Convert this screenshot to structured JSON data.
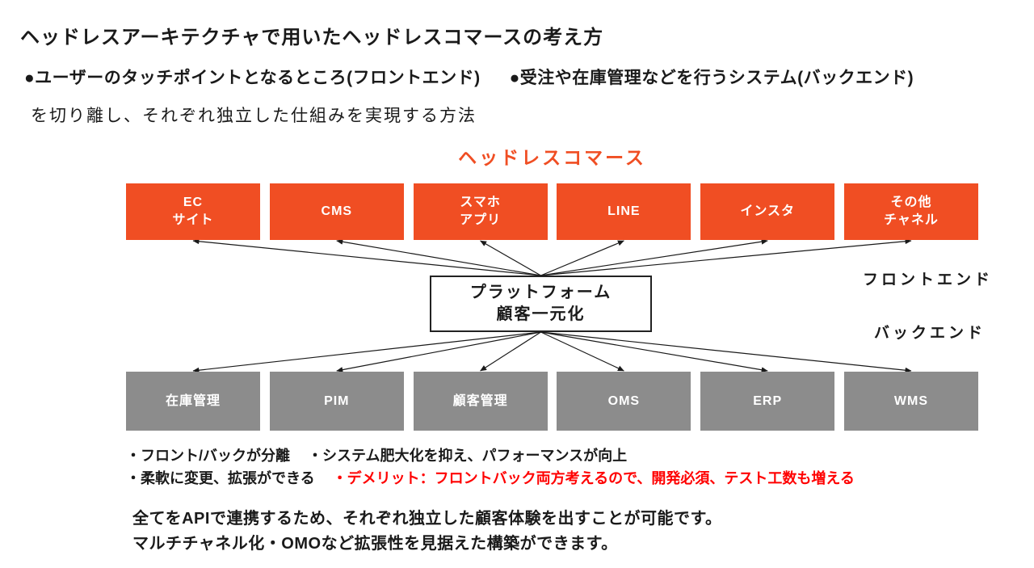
{
  "title": "ヘッドレスアーキテクチャで用いたヘッドレスコマースの考え方",
  "intro": {
    "bullet_frontend": "●ユーザーのタッチポイントとなるところ(フロントエンド)",
    "bullet_backend": "●受注や在庫管理などを行うシステム(バックエンド)",
    "subline": "を切り離し、それぞれ独立した仕組みを実現する方法"
  },
  "diagram": {
    "heading": "ヘッドレスコマース",
    "frontend_label": "フロントエンド",
    "backend_label": "バックエンド",
    "platform": {
      "line1": "プラットフォーム",
      "line2": "顧客一元化"
    },
    "frontend_channels": [
      "EC\nサイト",
      "CMS",
      "スマホ\nアプリ",
      "LINE",
      "インスタ",
      "その他\nチャネル"
    ],
    "backend_systems": [
      "在庫管理",
      "PIM",
      "顧客管理",
      "OMS",
      "ERP",
      "WMS"
    ],
    "colors": {
      "channel_box": "#F04E23",
      "system_box": "#8C8C8C",
      "heading": "#F04E23",
      "demerit_text": "#FF0000",
      "arrow": "#1a1a1a"
    }
  },
  "notes": {
    "row1_left": "・フロント/バックが分離",
    "row1_right": "・システム肥大化を抑え、パフォーマンスが向上",
    "row2_left": "・柔軟に変更、拡張ができる",
    "row2_right_demerit": "・デメリット：フロントバック両方考えるので、開発必須、テスト工数も増える"
  },
  "footer": {
    "line1": "全てをAPIで連携するため、それぞれ独立した顧客体験を出すことが可能です。",
    "line2": "マルチチャネル化・OMOなど拡張性を見据えた構築ができます。"
  }
}
